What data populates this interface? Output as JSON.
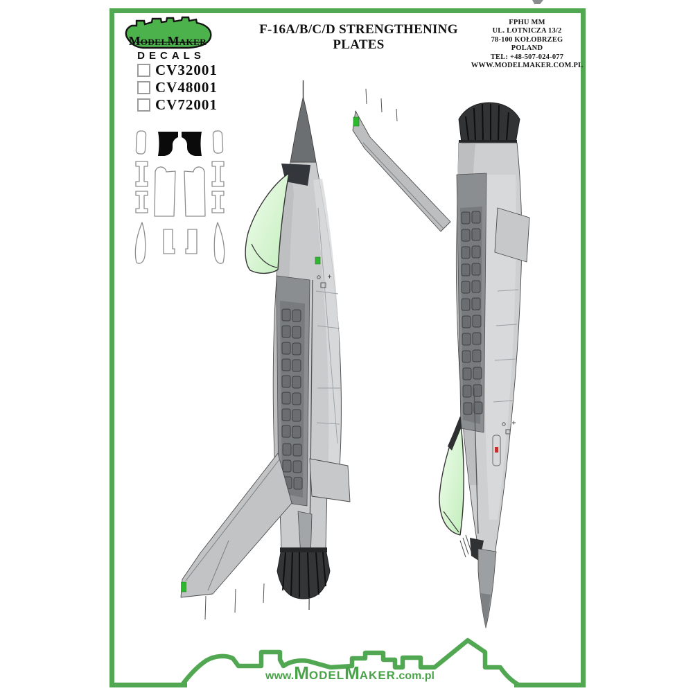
{
  "page": {
    "frame_color": "#52a852"
  },
  "logo": {
    "big1": "M",
    "small1": "ODEL",
    "big2": "M",
    "small2": "AKER",
    "sub": "DECALS"
  },
  "header": {
    "title": "F-16A/B/C/D STRENGTHENING PLATES"
  },
  "contact": {
    "lines": [
      "FPHU MM",
      "UL. LOTNICZA 13/2",
      "78-100 KOŁOBRZEG",
      "POLAND",
      "TEL: +48-507-024-077",
      "WWW.MODELMAKER.COM.PL"
    ]
  },
  "products": [
    {
      "code": "CV32001",
      "checked": false
    },
    {
      "code": "CV48001",
      "checked": false
    },
    {
      "code": "CV72001",
      "checked": false
    }
  ],
  "footer": {
    "prefix": "www.",
    "big1": "M",
    "small1": "ODEL",
    "big2": "M",
    "small2": "AKER",
    "suffix": ".com.pl"
  },
  "colors": {
    "accent_green": "#52a852",
    "logo_green": "#4cb24c",
    "canopy_green": "#d9f2d2",
    "nav_light_green": "#2db92d",
    "beacon_red": "#c43030",
    "airframe_grey": "#cdcfd1",
    "strengthening_plate_grey": "#6f7275"
  }
}
